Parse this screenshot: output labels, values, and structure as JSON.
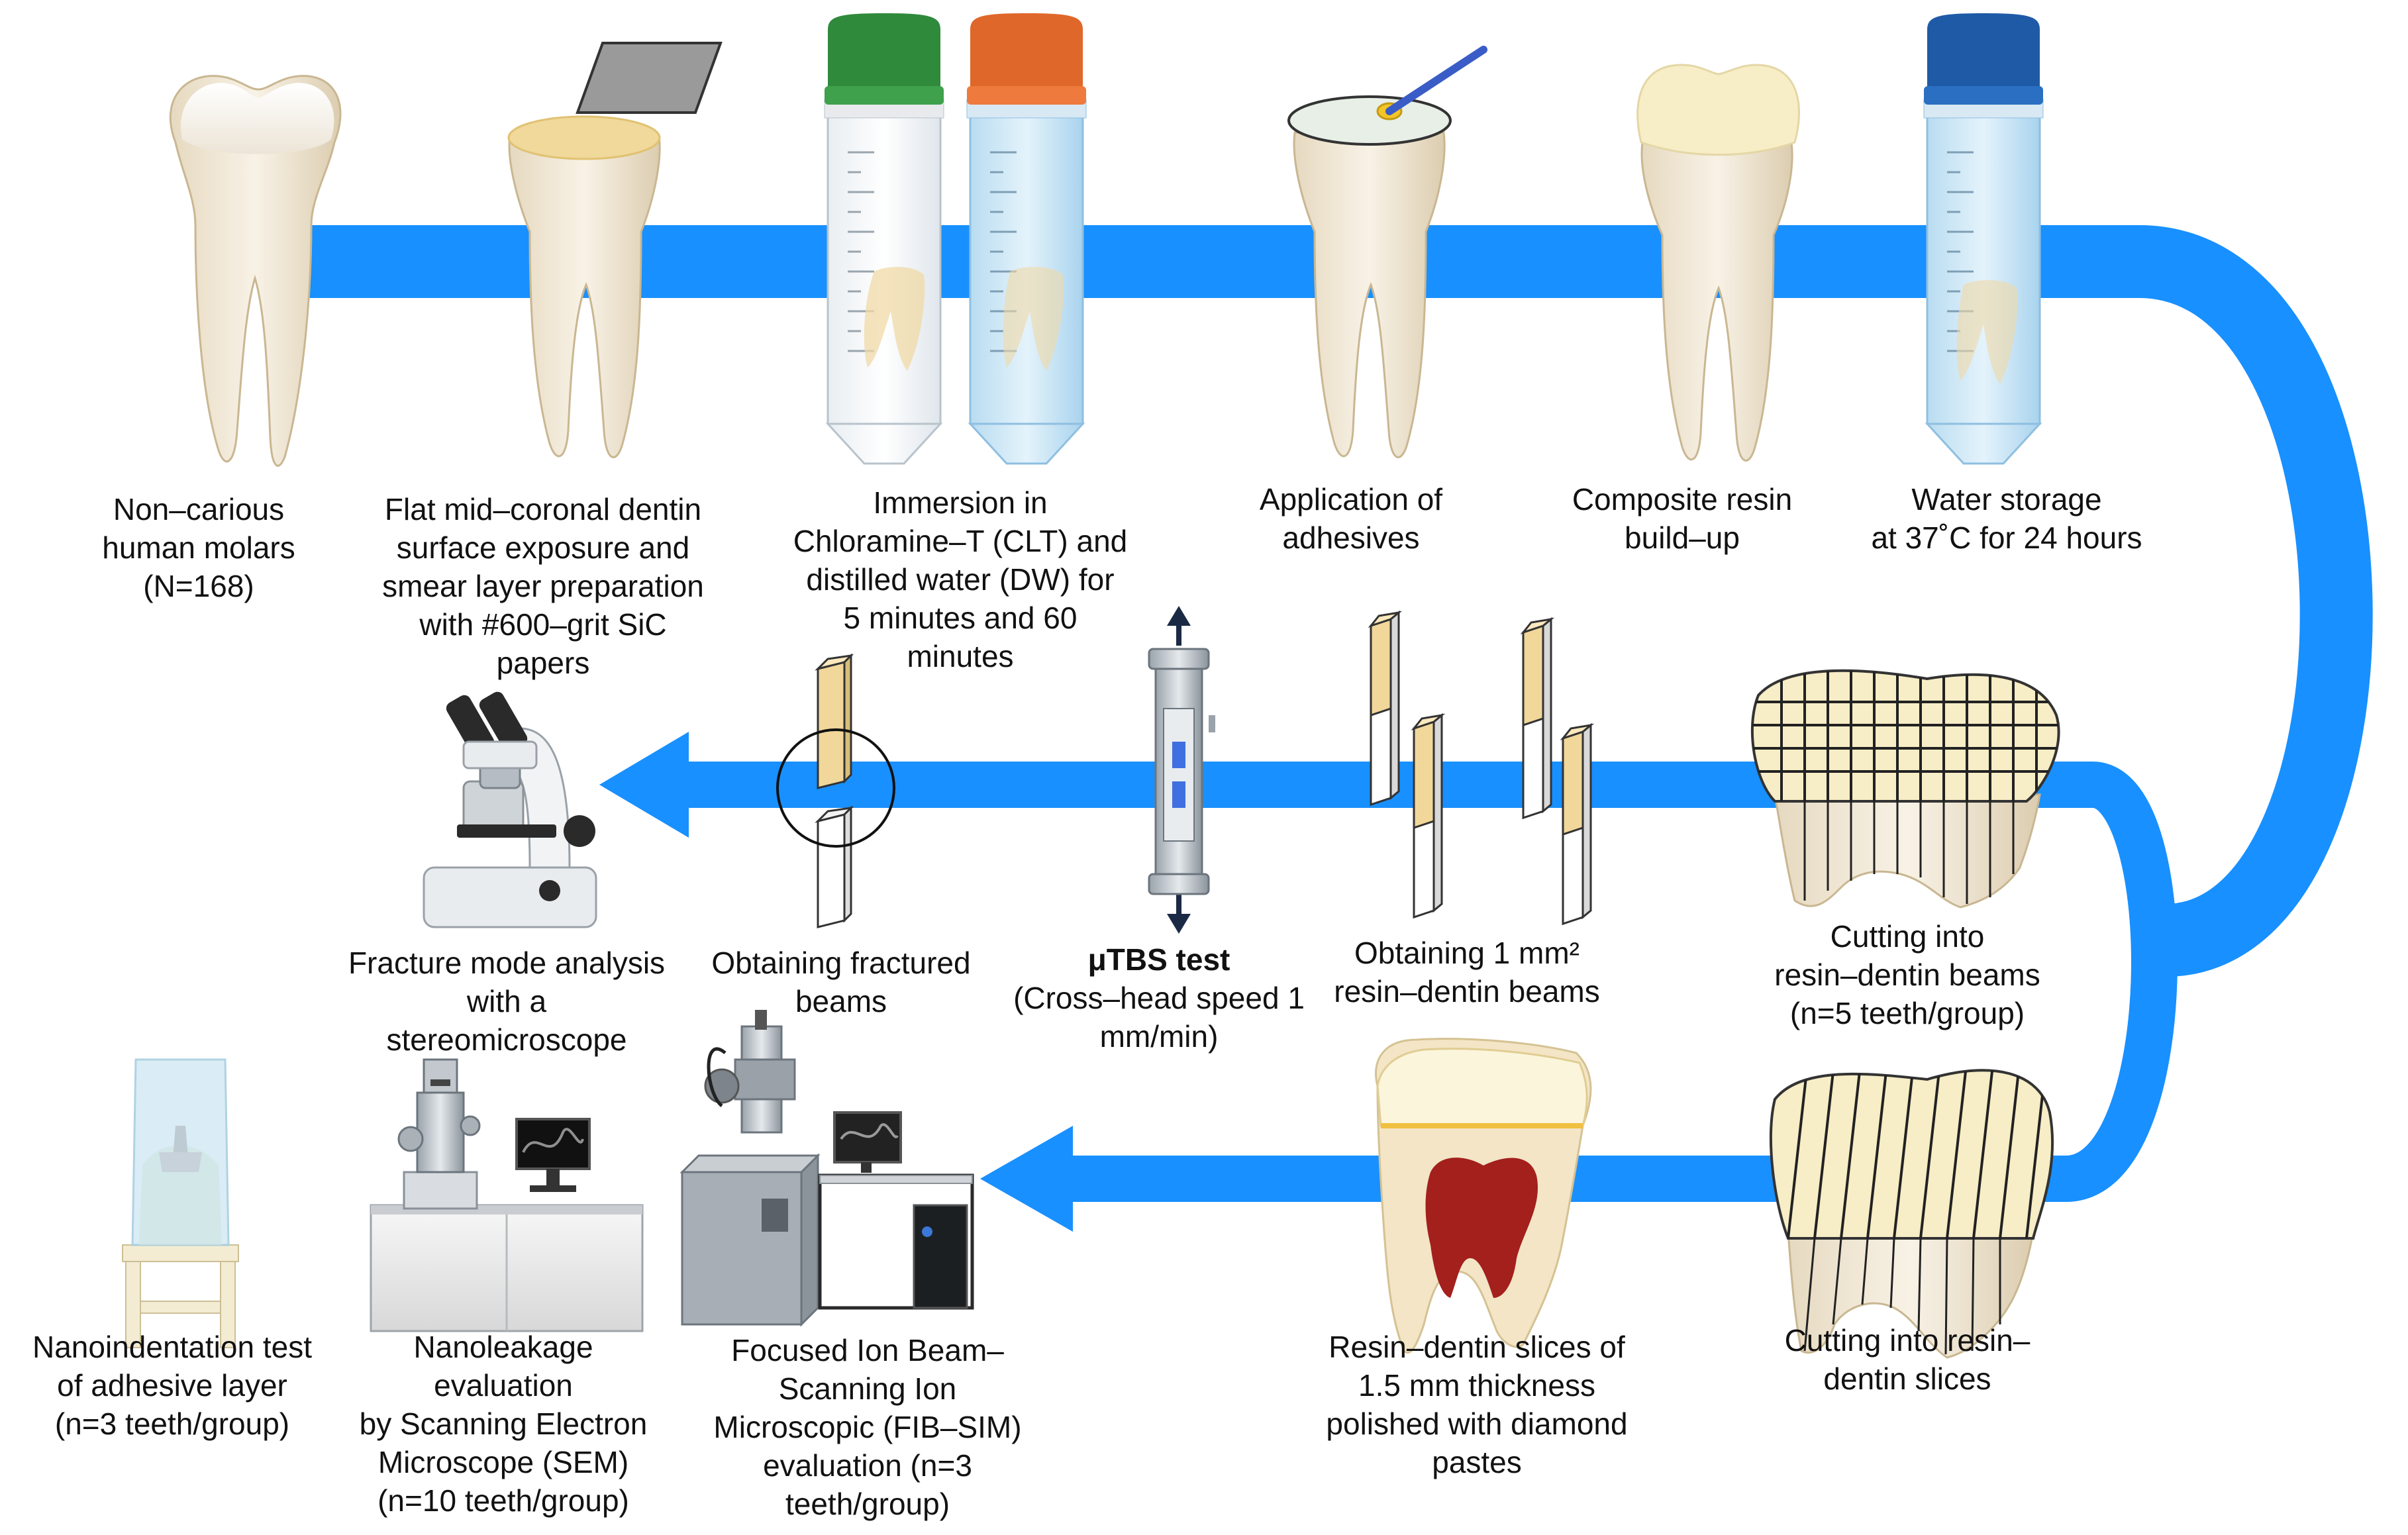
{
  "colors": {
    "flow_arrow": "#1890ff",
    "tooth_body": "#f3ecdf",
    "enamel": "#fbfaf6",
    "dentin_exposed": "#f0d99a",
    "resin": "#f7edc6",
    "pulp": "#a3201d",
    "cap_green": "#2f8a3c",
    "cap_orange": "#e0672a",
    "cap_blue": "#1f5aa6",
    "adhesive": "#f3c526",
    "brush": "#3a5cc7",
    "sic_paper": "#9a9a9a",
    "instrument_gray": "#8d96a0"
  },
  "icons": [
    "molar-icon",
    "sic-paper-icon",
    "centrifuge-tube-icon",
    "adhesive-brush-icon",
    "tooth-resin-crown-icon",
    "microscope-icon",
    "beam-icon",
    "tester-icon",
    "sem-icon",
    "fib-icon",
    "nanoindenter-icon"
  ],
  "labels": {
    "molars": [
      "Non–carious",
      "human molars",
      "(N=168)"
    ],
    "dentin_prep": [
      "Flat mid–coronal dentin",
      "surface exposure and",
      "smear layer preparation",
      "with #600–grit SiC",
      "papers"
    ],
    "immersion": [
      "Immersion in",
      "Chloramine–T (CLT) and",
      "distilled water (DW) for",
      "5 minutes and 60",
      "minutes"
    ],
    "adhesives": [
      "Application of",
      "adhesives"
    ],
    "resin": [
      "Composite resin",
      "build–up"
    ],
    "water": [
      "Water storage",
      "at 37˚C for 24 hours"
    ],
    "fracture": [
      "Fracture mode analysis",
      "with a",
      "stereomicroscope"
    ],
    "fractured": [
      "Obtaining fractured",
      "beams"
    ],
    "utbs": [
      "μTBS test",
      "(Cross–head speed 1",
      "mm/min)"
    ],
    "beams": [
      "Obtaining 1 mm²",
      "resin–dentin beams"
    ],
    "cut_beams": [
      "Cutting into",
      "resin–dentin beams",
      "(n=5 teeth/group)"
    ],
    "nano": [
      "Nanoindentation test",
      "of adhesive layer",
      "(n=3 teeth/group)"
    ],
    "sem": [
      "Nanoleakage",
      "evaluation",
      "by Scanning Electron",
      "Microscope (SEM)",
      "(n=10 teeth/group)"
    ],
    "fib": [
      "Focused Ion Beam–",
      "Scanning Ion",
      "Microscopic (FIB–SIM)",
      "evaluation (n=3",
      "teeth/group)"
    ],
    "slices": [
      "Resin–dentin slices of",
      "1.5 mm thickness",
      "polished with diamond",
      "pastes"
    ],
    "cut_slices": [
      "Cutting into resin–",
      "dentin slices"
    ]
  }
}
